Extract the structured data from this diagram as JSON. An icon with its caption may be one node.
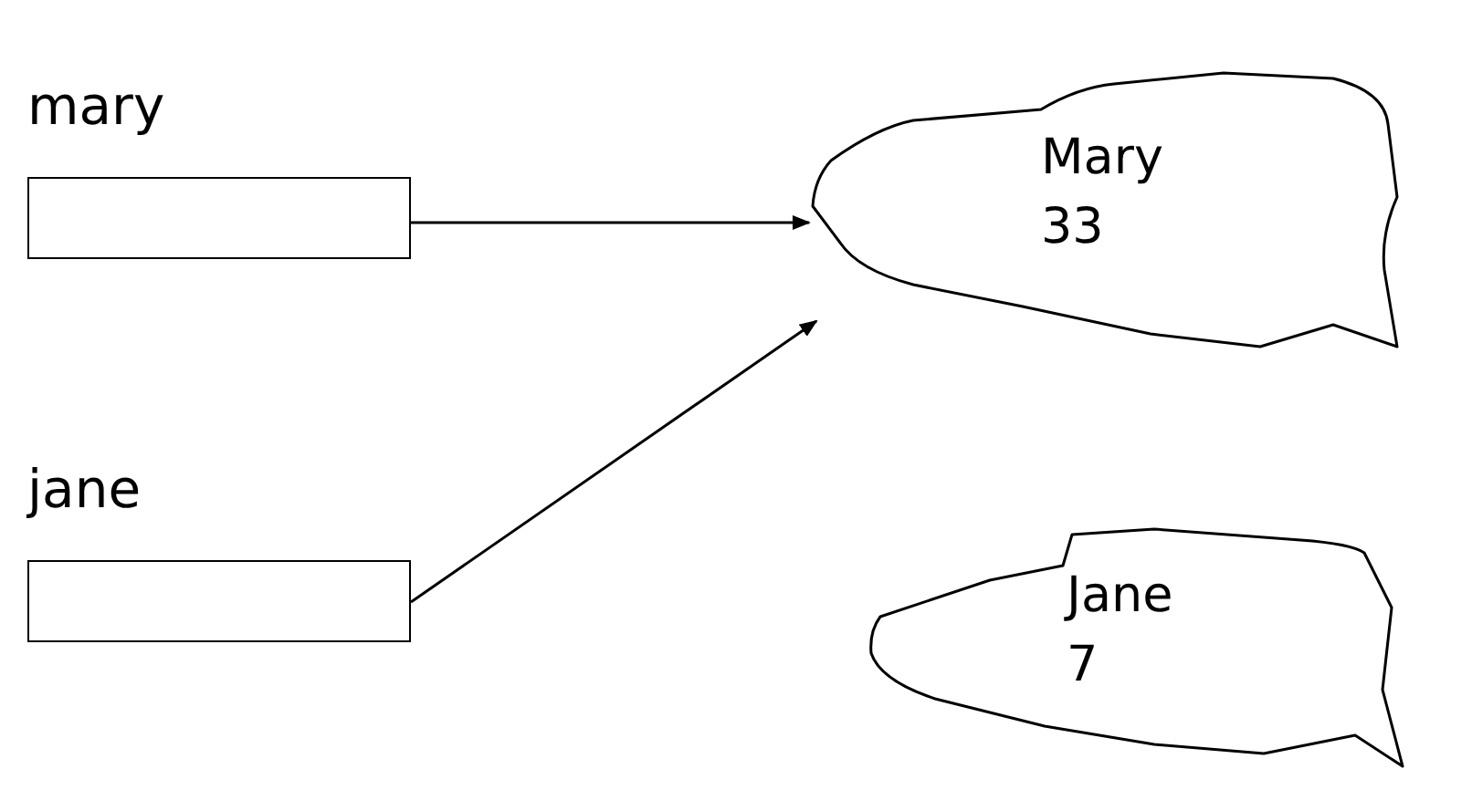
{
  "diagram": {
    "nodes": [
      {
        "text": [
          "mary"
        ]
      },
      {
        "text": [
          "jane"
        ]
      },
      {
        "text": [
          "Mary 33"
        ]
      },
      {
        "text": [
          "Jane 7"
        ]
      }
    ],
    "edges": [
      {
        "from": 0,
        "to": 2,
        "arrow": "to"
      },
      {
        "from": 1,
        "to": 2,
        "arrow": "to"
      }
    ]
  }
}
